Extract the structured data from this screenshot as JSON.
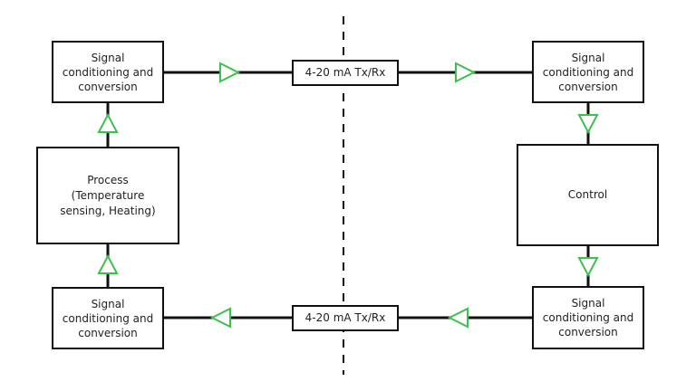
{
  "colors": {
    "stroke": "#111111",
    "arrow": "#3cc04e",
    "text": "#222222"
  },
  "blocks": {
    "left_top": "Signal\nconditioning and\nconversion",
    "process": "Process\n(Temperature\nsensing, Heating)",
    "left_bottom": "Signal\nconditioning and\nconversion",
    "right_top": "Signal\nconditioning and\nconversion",
    "control": "Control",
    "right_bottom": "Signal\nconditioning and\nconversion"
  },
  "links": {
    "top": "4-20 mA Tx/Rx",
    "bottom": "4-20 mA Tx/Rx"
  }
}
